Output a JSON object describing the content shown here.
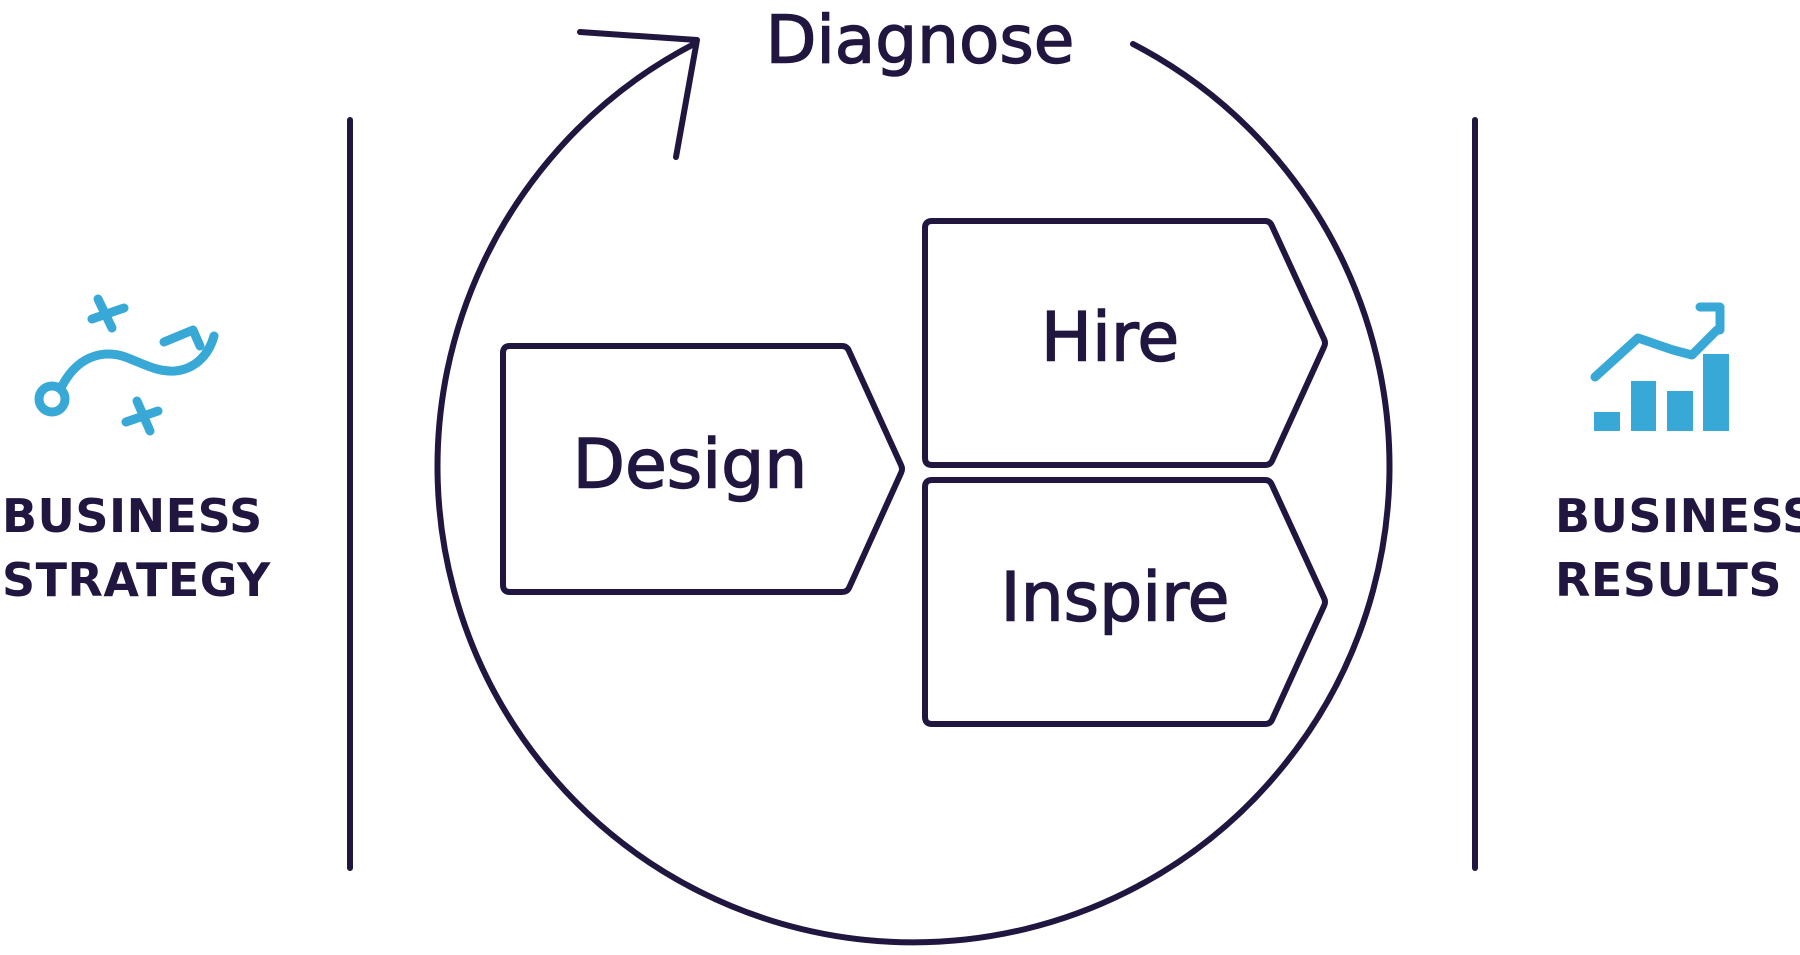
{
  "cycle_label": "Diagnose",
  "steps": {
    "design": "Design",
    "hire": "Hire",
    "inspire": "Inspire"
  },
  "left": {
    "line1": "BUSINESS",
    "line2": "STRATEGY",
    "icon": "strategy-playbook-icon"
  },
  "right": {
    "line1": "BUSINESS",
    "line2": "RESULTS",
    "icon": "growth-chart-icon"
  },
  "colors": {
    "ink": "#21163f",
    "accent": "#38a8d6",
    "background": "#ffffff"
  }
}
